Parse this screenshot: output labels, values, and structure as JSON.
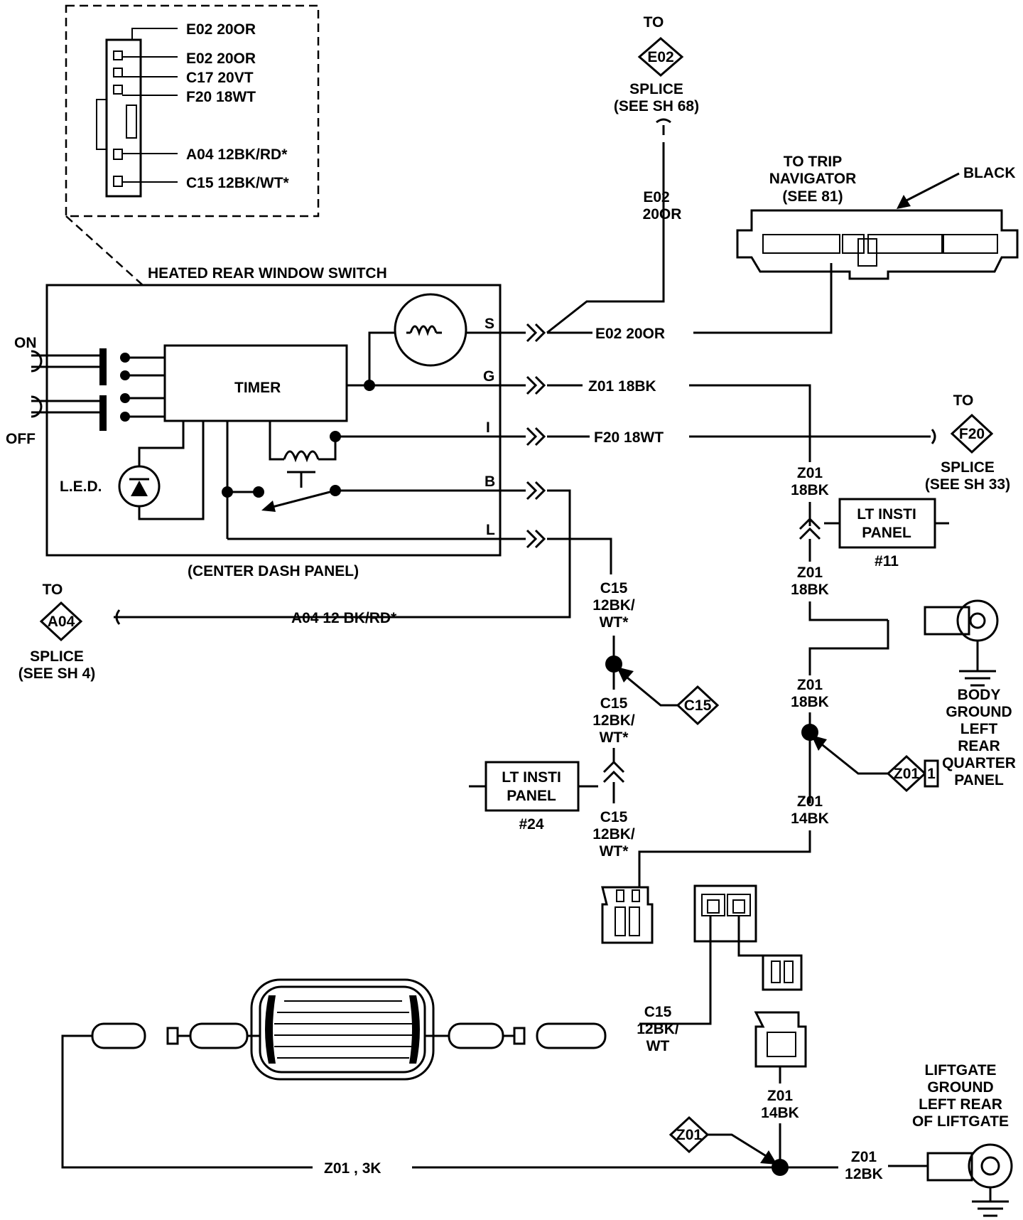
{
  "inset": {
    "wires": [
      "E02 20OR",
      "E02 20OR",
      "C17 20VT",
      "F20 18WT",
      "A04 12BK/RD*",
      "C15 12BK/WT*"
    ]
  },
  "switch": {
    "title": "HEATED REAR WINDOW SWITCH",
    "location": "(CENTER DASH PANEL)",
    "timer": "TIMER",
    "led": "L.E.D.",
    "on": "ON",
    "off": "OFF",
    "terminals": [
      "S",
      "G",
      "I",
      "B",
      "L"
    ]
  },
  "wires": {
    "s": "E02 20OR",
    "g": "Z01 18BK",
    "i": "F20 18WT",
    "a04": "A04 12 BK/RD*",
    "bottom": "Z01 , 3K",
    "e02_v1": "E02",
    "e02_v2": "20OR",
    "c15_a": [
      "C15",
      "12BK/",
      "WT*"
    ],
    "c15_b": [
      "C15",
      "12BK/",
      "WT*"
    ],
    "c15_c": [
      "C15",
      "12BK/",
      "WT*"
    ],
    "c15_d": [
      "C15",
      "12BK/",
      "WT"
    ],
    "z01_a": [
      "Z01",
      "18BK"
    ],
    "z01_b": [
      "Z01",
      "18BK"
    ],
    "z01_c": [
      "Z01",
      "18BK"
    ],
    "z01_d": [
      "Z01",
      "14BK"
    ],
    "z01_e": [
      "Z01",
      "14BK"
    ],
    "z01_f": [
      "Z01",
      "12BK"
    ]
  },
  "refs": {
    "e02": {
      "to": "TO",
      "code": "E02",
      "l1": "SPLICE",
      "l2": "(SEE SH 68)"
    },
    "f20": {
      "to": "TO",
      "code": "F20",
      "l1": "SPLICE",
      "l2": "(SEE SH 33)"
    },
    "a04": {
      "to": "TO",
      "code": "A04",
      "l1": "SPLICE",
      "l2": "(SEE SH 4)"
    },
    "c15": {
      "code": "C15"
    },
    "z01_splice": {
      "code": "Z01",
      "num": "1"
    },
    "z01_bottom": {
      "code": "Z01"
    }
  },
  "trip": {
    "l1": "TO TRIP",
    "l2": "NAVIGATOR",
    "l3": "(SEE 81)",
    "color": "BLACK"
  },
  "panel_11": {
    "l1": "LT INSTI",
    "l2": "PANEL",
    "num": "#11"
  },
  "panel_24": {
    "l1": "LT INSTI",
    "l2": "PANEL",
    "num": "#24"
  },
  "body_ground": [
    "BODY",
    "GROUND",
    "LEFT",
    "REAR",
    "QUARTER",
    "PANEL"
  ],
  "liftgate_ground": [
    "LIFTGATE",
    "GROUND",
    "LEFT REAR",
    "OF LIFTGATE"
  ]
}
